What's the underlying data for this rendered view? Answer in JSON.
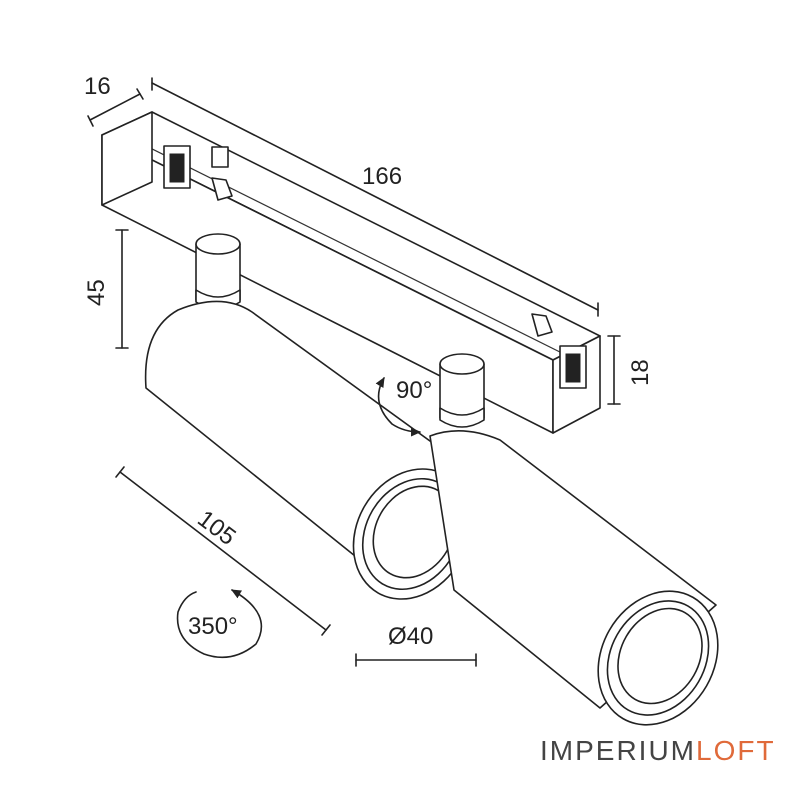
{
  "dimensions": {
    "depth": "16",
    "length": "166",
    "height_mount": "45",
    "height_track": "18",
    "tilt": "90°",
    "cylinder_length": "105",
    "rotation": "350°",
    "diameter": "Ø40"
  },
  "brand": {
    "part1": "IMPERIUM",
    "part2": "LOFT",
    "color1": "#444444",
    "color2": "#e06a3a"
  }
}
